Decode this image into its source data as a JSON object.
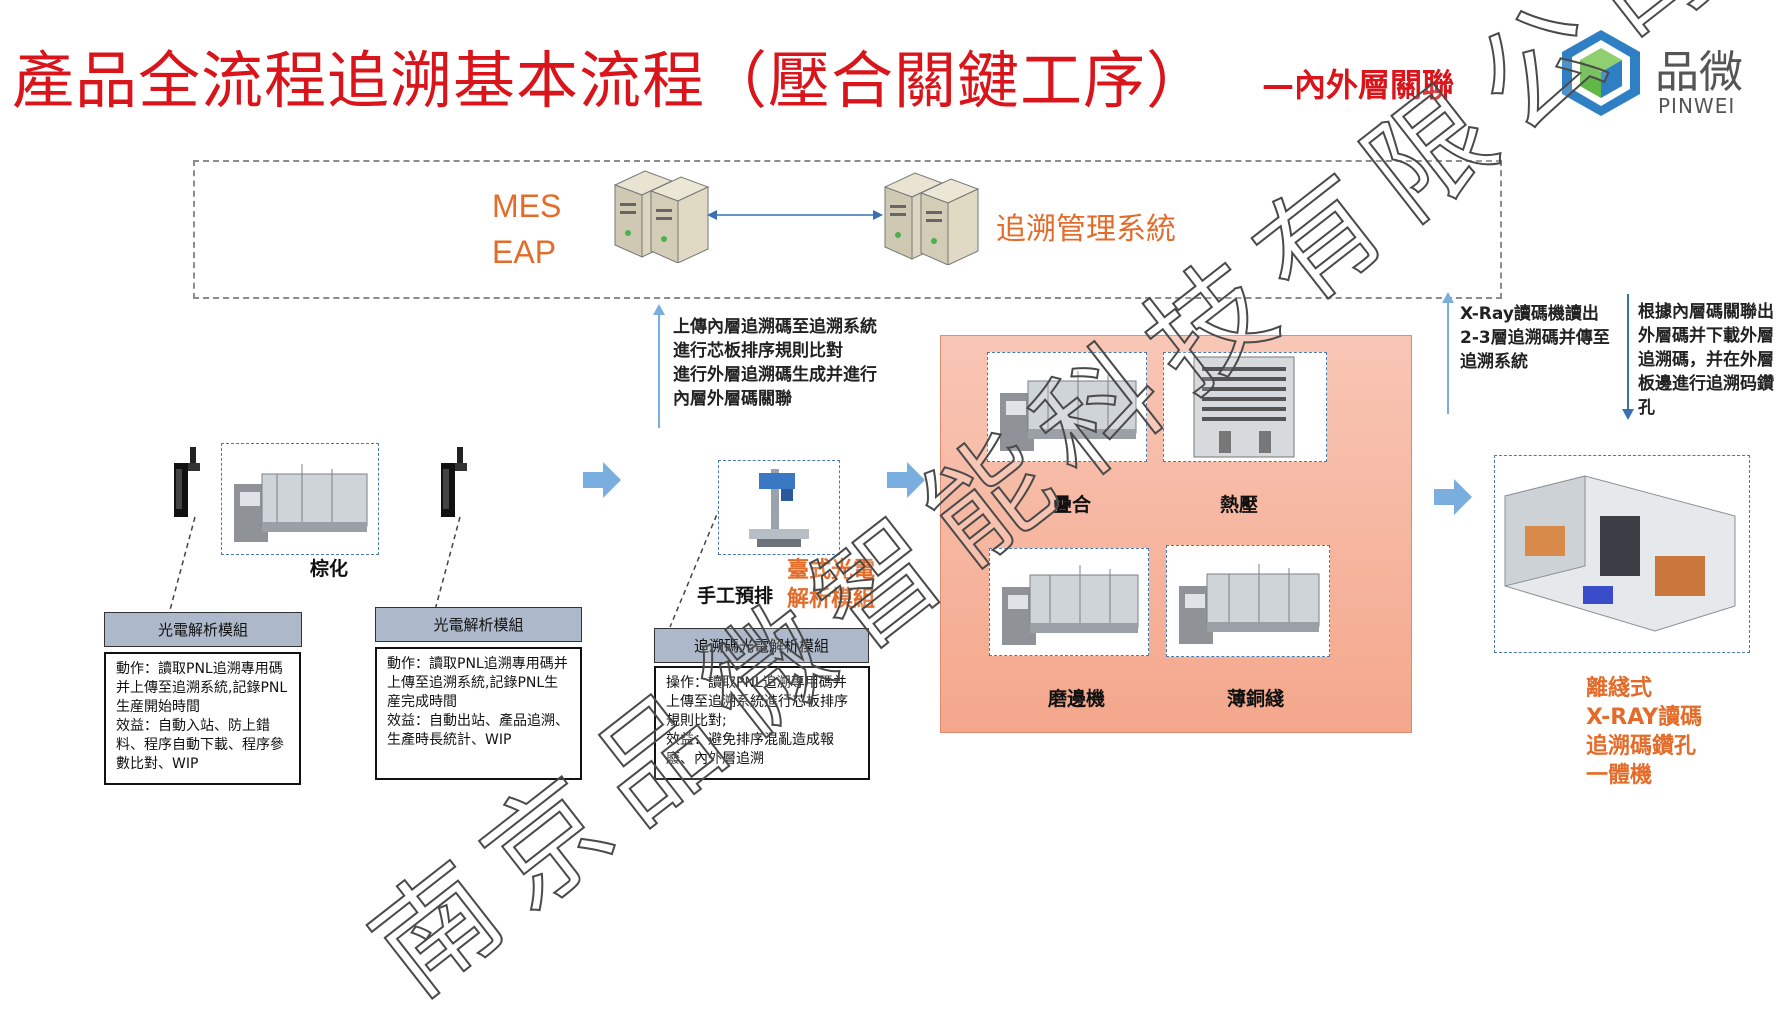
{
  "header": {
    "title": "產品全流程追溯基本流程（壓合關鍵工序）",
    "subtitle": "—內外層關聯",
    "logo_text": "品微",
    "logo_sub": "PINWEI"
  },
  "systems": {
    "mes": "MES",
    "eap": "EAP",
    "trace_system": "追溯管理系統"
  },
  "notes": {
    "upload_note": "上傳內層追溯碼至追溯系統進行芯板排序規則比對\n進行外層追溯碼生成并進行內層外層碼關聯",
    "xray_note": "X-Ray讀碼機讀出2-3層追溯碼并傳至追溯系統",
    "drill_note": "根據內層碼關聯出外層碼并下載外層追溯碼，并在外層板邊進行追溯码鑽孔"
  },
  "stages": {
    "browning": "棕化",
    "manual_layup": "手工預排",
    "desktop_module": "臺式光電解析模組",
    "stack": "疊合",
    "hot_press": "熱壓",
    "edge_grinder": "磨邊機",
    "copper_cut": "薄銅綫",
    "xray_machine": "離綫式\nX-RAY讀碼\n追溯碼鑽孔\n一體機"
  },
  "modules": [
    {
      "head": "光電解析模組",
      "body": "動作：讀取PNL追溯專用碼并上傳至追溯系統,記錄PNL生産開始時間\n效益：自動入站、防上錯料、程序自動下載、程序參數比對、WIP"
    },
    {
      "head": "光電解析模組",
      "body": "動作：讀取PNL追溯專用碼并上傳至追溯系統,記錄PNL生産完成時間\n效益：自動出站、產品追溯、生產時長統計、WIP"
    },
    {
      "head": "追溯碼光電解析模組",
      "body": "操作：讀取PNL追溯專用碼并上傳至追溯系統進行芯板排序規則比對;\n效益：避免排序混亂造成報廢、內外層追溯"
    }
  ],
  "watermark": "南京品微智能科技有限公司",
  "colors": {
    "title_red": "#d9151b",
    "accent_orange": "#e46c2a",
    "arrow_blue": "#7aaede",
    "module_head": "#adb9ca"
  }
}
